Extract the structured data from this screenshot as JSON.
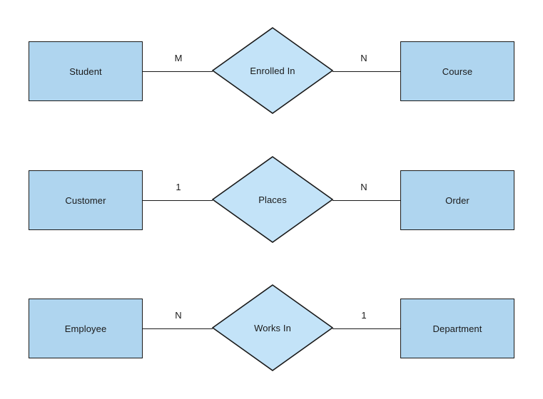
{
  "diagram": {
    "type": "entity-relationship-diagram",
    "background_color": "#ffffff",
    "entity_fill_color": "#afd5ef",
    "relationship_fill_color": "#c3e3f8",
    "stroke_color": "#1a1a1a",
    "text_color": "#1a1a1a",
    "rows": [
      {
        "left_entity": "Student",
        "left_cardinality": "M",
        "relationship": "Enrolled In",
        "right_cardinality": "N",
        "right_entity": "Course"
      },
      {
        "left_entity": "Customer",
        "left_cardinality": "1",
        "relationship": "Places",
        "right_cardinality": "N",
        "right_entity": "Order"
      },
      {
        "left_entity": "Employee",
        "left_cardinality": "N",
        "relationship": "Works In",
        "right_cardinality": "1",
        "right_entity": "Department"
      }
    ]
  }
}
